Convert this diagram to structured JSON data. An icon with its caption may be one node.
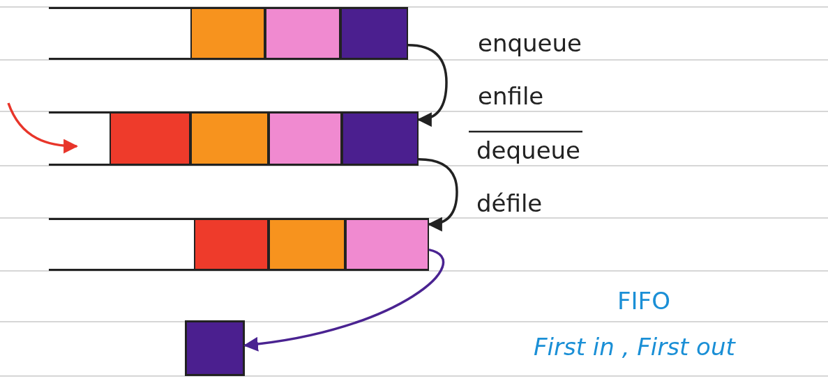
{
  "diagram": {
    "nodes": [
      {
        "text": [],
        "shape": "box"
      },
      {
        "text": [],
        "shape": "box"
      },
      {
        "text": [],
        "shape": "box"
      },
      {
        "text": [],
        "shape": "box"
      }
    ],
    "edges": [
      {
        "from": null,
        "to": 1,
        "arrow": "to",
        "color": "#e8352a"
      },
      {
        "from": 0,
        "to": 1,
        "arrow": "to"
      },
      {
        "from": 1,
        "to": 2,
        "arrow": "to"
      },
      {
        "from": 2,
        "to": 3,
        "arrow": "to",
        "color": "#4a2391"
      }
    ],
    "labels": [
      "enqueue",
      "enfile",
      "dequeue",
      "défile",
      "FIFO",
      "First in , First out"
    ]
  }
}
